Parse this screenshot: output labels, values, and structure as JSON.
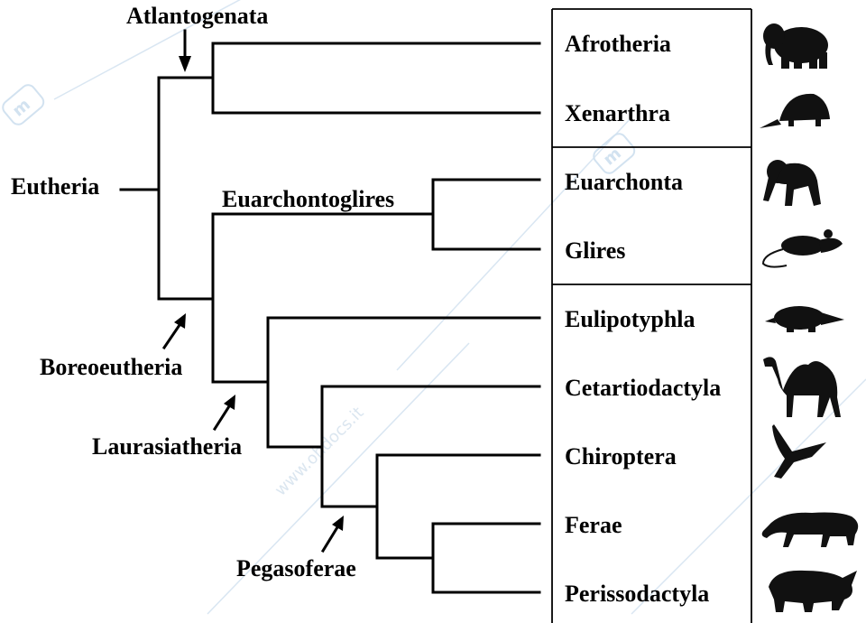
{
  "root_label": "Eutheria",
  "clade_labels": {
    "atlantogenata": "Atlantogenata",
    "boreoeutheria": "Boreoeutheria",
    "euarchontoglires": "Euarchontoglires",
    "laurasiatheria": "Laurasiatheria",
    "pegasoferae": "Pegasoferae"
  },
  "taxa": [
    {
      "name": "Afrotheria",
      "icon": "elephant-icon"
    },
    {
      "name": "Xenarthra",
      "icon": "armadillo-icon"
    },
    {
      "name": "Euarchonta",
      "icon": "monkey-icon"
    },
    {
      "name": "Glires",
      "icon": "mouse-icon"
    },
    {
      "name": "Eulipotyphla",
      "icon": "mole-icon"
    },
    {
      "name": "Cetartiodactyla",
      "icon": "camel-icon"
    },
    {
      "name": "Chiroptera",
      "icon": "bat-icon"
    },
    {
      "name": "Ferae",
      "icon": "tiger-icon"
    },
    {
      "name": "Perissodactyla",
      "icon": "rhinoceros-icon"
    }
  ],
  "watermark": "www.ohdocs.it"
}
